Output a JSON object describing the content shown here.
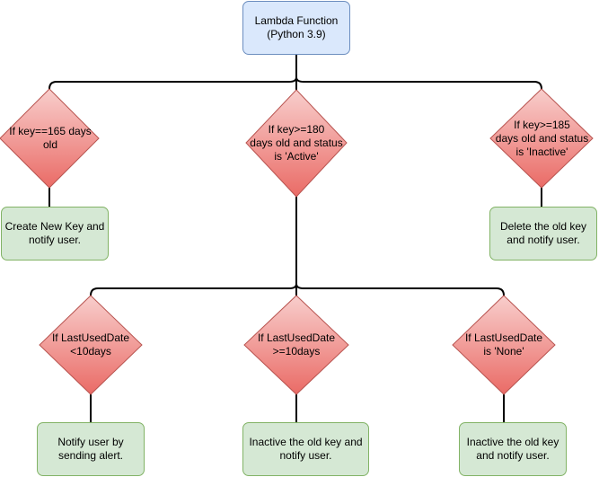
{
  "nodes": {
    "lambda": {
      "label": "Lambda Function\n(Python 3.9)"
    },
    "cond_165": {
      "label": "If key==165 days\nold"
    },
    "cond_180": {
      "label": "If key>=180\ndays old and status\nis 'Active'"
    },
    "cond_185": {
      "label": "If key>=185\ndays old and status\nis 'Inactive'"
    },
    "create_key": {
      "label": "Create New Key and\nnotify user."
    },
    "delete_key": {
      "label": "Delete the old key\nand notify user."
    },
    "cond_lt10": {
      "label": "If LastUsedDate\n<10days"
    },
    "cond_ge10": {
      "label": "If LastUsedDate\n>=10days"
    },
    "cond_none": {
      "label": "If LastUsedDate\nis 'None'"
    },
    "notify_alert": {
      "label": "Notify user by\nsending alert."
    },
    "inactive_ge10": {
      "label": "Inactive the old key and\nnotify user."
    },
    "inactive_none": {
      "label": "Inactive the old key\nand notify user."
    }
  },
  "colors": {
    "blue_fill": "#dae8fc",
    "blue_stroke": "#6c8ebf",
    "green_fill": "#d5e8d4",
    "green_stroke": "#82b366",
    "red_top": "#f8cecc",
    "red_bottom": "#ea6b66",
    "red_stroke": "#b85450",
    "edge": "#000000"
  }
}
